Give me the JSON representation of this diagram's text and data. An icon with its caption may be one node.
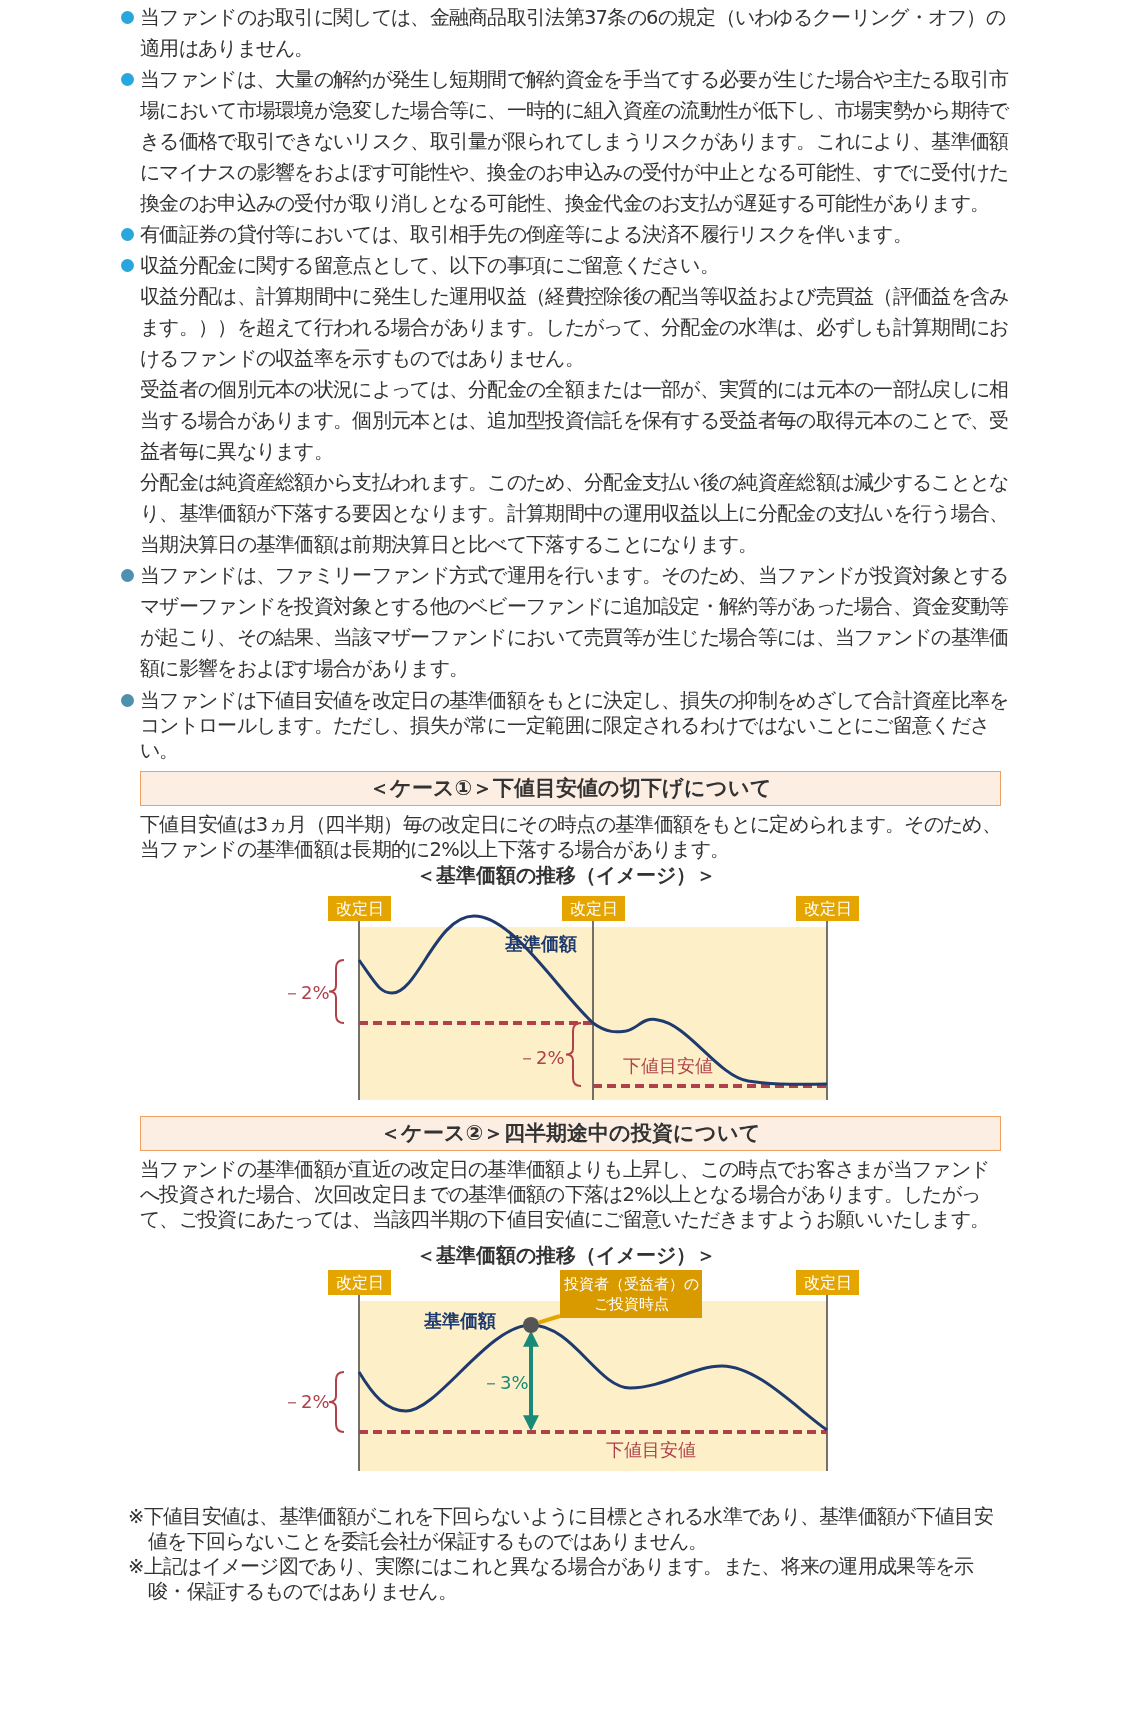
{
  "diagram": {
    "nodes": [
      {
        "text": [
          "＜ケース①＞下値目安値の切下げについて"
        ]
      },
      {
        "text": [
          "改定日"
        ]
      },
      {
        "text": [
          "改定日"
        ]
      },
      {
        "text": [
          "改定日"
        ]
      },
      {
        "text": [
          "＜ケース②＞四半期途中の投資について"
        ]
      },
      {
        "text": [
          "改定日"
        ]
      },
      {
        "text": [
          "投資者（受益者）のご投資時点"
        ]
      },
      {
        "text": [
          "改定日"
        ]
      },
      {
        "text": [],
        "shape": "circle"
      }
    ],
    "edges": [
      {
        "from": 6,
        "to": 8,
        "arrow": "none"
      }
    ],
    "labels": [
      "当ファンドのお取引に関しては、金融商品取引法第37条の6の規定（いわゆるクーリング・オフ）の適用はありません。",
      "当ファンドは、大量の解約が発生し短期間で解約資金を手当てする必要が生じた場合や主たる取引市場において市場環境が急変した場合等に、一時的に組入資産の流動性が低下し、市場実勢から期待できる価格で取引できないリスク、取引量が限られてしまうリスクがあります。これにより、基準価額にマイナスの影響をおよぼす可能性や、換金のお申込みの受付が中止となる可能性、すでに受付けた換金のお申込みの受付が取り消しとなる可能性、換金代金のお支払が遅延する可能性があります。",
      "有価証券の貸付等においては、取引相手先の倒産等による決済不履行リスクを伴います。",
      "収益分配金に関する留意点として、以下の事項にご留意ください。",
      "収益分配は、計算期間中に発生した運用収益（経費控除後の配当等収益および売買益（評価益を含みます。））を超えて行われる場合があります。したがって、分配金の水準は、必ずしも計算期間におけるファンドの収益率を示すものではありません。",
      "受益者の個別元本の状況によっては、分配金の全額または一部が、実質的には元本の一部払戻しに相当する場合があります。個別元本とは、追加型投資信託を保有する受益者毎の取得元本のことで、受益者毎に異なります。",
      "分配金は純資産総額から支払われます。このため、分配金支払い後の純資産総額は減少することとなり、基準価額が下落する要因となります。計算期間中の運用収益以上に分配金の支払いを行う場合、当期決算日の基準価額は前期決算日と比べて下落することになります。",
      "当ファンドは、ファミリーファンド方式で運用を行います。そのため、当ファンドが投資対象とするマザーファンドを投資対象とする他のベビーファンドに追加設定・解約等があった場合、資金変動等が起こり、その結果、当該マザーファンドにおいて売買等が生じた場合等には、当ファンドの基準価額に影響をおよぼす場合があります。",
      "当ファンドは下値目安値を改定日の基準価額をもとに決定し、損失の抑制をめざして合計資産比率をコントロールします。ただし、損失が常に一定範囲に限定されるわけではないことにご留意ください。",
      "下値目安値は3ヵ月（四半期）毎の改定日にその時点の基準価額をもとに定められます。そのため、当ファンドの基準価額は長期的に2%以上下落する場合があります。",
      "＜基準価額の推移（イメージ）＞",
      "基準価額",
      "－2%",
      "－2%",
      "下値目安値",
      "当ファンドの基準価額が直近の改定日の基準価額よりも上昇し、この時点でお客さまが当ファンドへ投資された場合、次回改定日までの基準価額の下落は2%以上となる場合があります。したがって、ご投資にあたっては、当該四半期の下値目安値にご留意いただきますようお願いいたします。",
      "＜基準価額の推移（イメージ）＞",
      "基準価額",
      "－3%",
      "－2%",
      "下値目安値",
      "※下値目安値は、基準価額がこれを下回らないように目標とされる水準であり、基準価額が下値目安値を下回らないことを委託会社が保証するものではありません。",
      "※上記はイメージ図であり、実際にはこれと異なる場合があります。また、将来の運用成果等を示唆・保証するものではありません。"
    ]
  }
}
